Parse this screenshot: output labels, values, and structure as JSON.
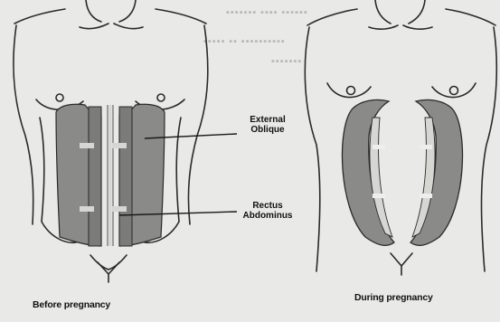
{
  "captions": {
    "before": "Before pregnancy",
    "during": "During pregnancy"
  },
  "annotations": {
    "external_oblique_line1": "External",
    "external_oblique_line2": "Oblique",
    "rectus_line1": "Rectus",
    "rectus_line2": "Abdominus"
  },
  "colors": {
    "background": "#e9e9e7",
    "outline": "#2a2a2a",
    "muscle_fill": "#8a8a88",
    "muscle_light": "#d6d6d3"
  }
}
